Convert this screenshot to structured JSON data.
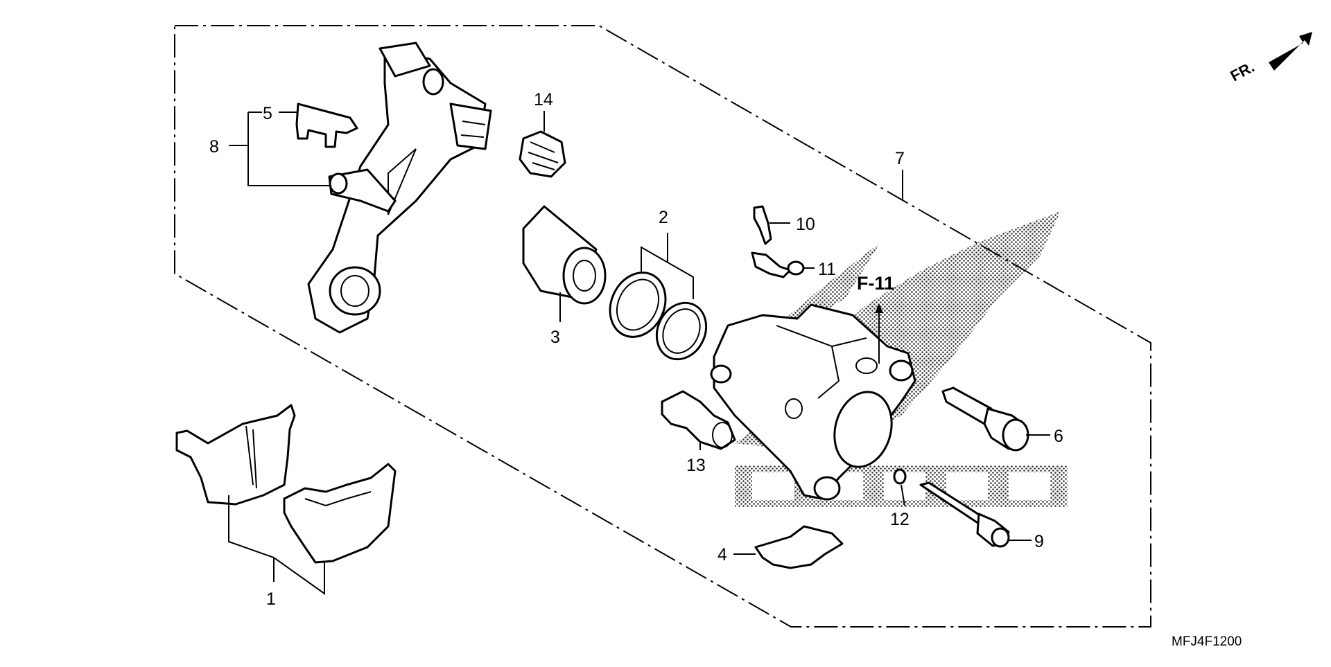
{
  "diagram": {
    "drawing_code": "MFJ4F1200",
    "front_marker": "FR.",
    "reference": "F-11",
    "watermark_icon": "honda-wing-logo-icon",
    "callouts": [
      {
        "id": "1",
        "part": "brake-pads"
      },
      {
        "id": "2",
        "part": "piston-seals"
      },
      {
        "id": "3",
        "part": "caliper-piston"
      },
      {
        "id": "4",
        "part": "pad-spring"
      },
      {
        "id": "5",
        "part": "pad-retainer"
      },
      {
        "id": "6",
        "part": "caliper-pin-bolt"
      },
      {
        "id": "7",
        "part": "rear-caliper-assembly"
      },
      {
        "id": "8",
        "part": "caliper-bracket"
      },
      {
        "id": "9",
        "part": "pad-pin"
      },
      {
        "id": "10",
        "part": "bleed-valve"
      },
      {
        "id": "11",
        "part": "bleed-valve-cap"
      },
      {
        "id": "12",
        "part": "pin-plug"
      },
      {
        "id": "13",
        "part": "slide-pin-boot"
      },
      {
        "id": "14",
        "part": "bracket-boot"
      }
    ]
  }
}
